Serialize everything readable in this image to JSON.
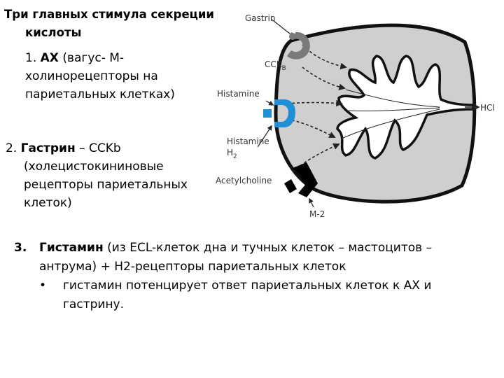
{
  "heading": {
    "line1": "Три главных стимула секреции",
    "line2": "кислоты"
  },
  "point1": {
    "num": "1.",
    "term": "АХ",
    "line1_rest": "(вагус- М-",
    "line2": "холинорецепторы на",
    "line3": "париетальных клетках)"
  },
  "point2": {
    "num": "2.",
    "term": "Гастрин",
    "line1_rest": "– CCKb",
    "line2": "(холецистокининовые",
    "line3": "рецепторы париетальных",
    "line4": "клеток)"
  },
  "point3": {
    "num": "3.",
    "term": "Гистамин",
    "line1_rest": "(из ECL-клеток дна и тучных клеток – мастоцитов –",
    "line2": "антрума) + Н2-рецепторы париетальных клеток",
    "bullet": "•",
    "bullet_line1": "гистамин потенцирует ответ париетальных клеток к АХ и",
    "bullet_line2": "гастрину."
  },
  "diagram": {
    "labels": {
      "gastrin": "Gastrin",
      "cckb": "CCK",
      "cckb_sub": "B",
      "histamine": "Histamine",
      "histamine_h2": "Histamine",
      "h2": "H",
      "h2_sub": "2",
      "acetylcholine": "Acetylcholine",
      "m2": "M-2",
      "hcl": "HCl"
    },
    "colors": {
      "cell_fill": "#cfcfcf",
      "outline": "#111111",
      "canaliculi_fill": "#ffffff",
      "gastrin_receptor": "#7a7a7a",
      "histamine_receptor": "#1f8fd6",
      "ach_receptor": "#000000"
    }
  }
}
